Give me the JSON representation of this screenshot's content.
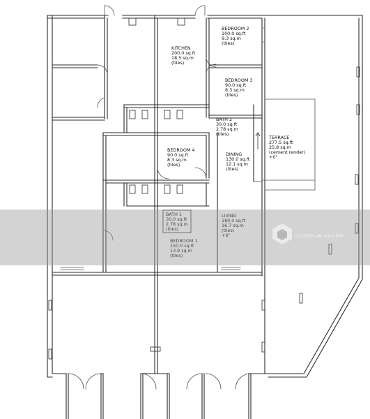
{
  "rooms": [
    {
      "id": "kitchen",
      "name": "KITCHEN",
      "area_sqft": "200.0 sq.ft",
      "area_sqm": "18.5 sq.m",
      "finish": "(tiles)"
    },
    {
      "id": "bedroom2",
      "name": "BEDROOM 2",
      "area_sqft": "100.0 sq.ft",
      "area_sqm": "9.3 sq.m",
      "finish": "(tiles)"
    },
    {
      "id": "bedroom3",
      "name": "BEDROOM 3",
      "area_sqft": "90.0 sq.ft",
      "area_sqm": "8.3 sq.m",
      "finish": "(tiles)"
    },
    {
      "id": "bath2",
      "name": "BATH 2",
      "area_sqft": "30.0 sq.ft",
      "area_sqm": "2.78 sq.m",
      "finish": "(tiles)"
    },
    {
      "id": "terrace",
      "name": "TERRACE",
      "area_sqft": "277.5 sq.ft",
      "area_sqm": "25.8 sq.m",
      "finish": "(cement render)",
      "level": "+0\""
    },
    {
      "id": "bedroom4",
      "name": "BEDROOM 4",
      "area_sqft": "90.0 sq.ft",
      "area_sqm": "8.3 sq.m",
      "finish": "(tiles)"
    },
    {
      "id": "dining",
      "name": "DINING",
      "area_sqft": "130.0 sq.ft",
      "area_sqm": "12.1 sq.m",
      "finish": "(tiles)"
    },
    {
      "id": "bath1",
      "name": "BATH 1",
      "area_sqft": "30.0 sq.ft",
      "area_sqm": "2.78 sq.m",
      "finish": "(tiles)"
    },
    {
      "id": "living",
      "name": "LIVING",
      "area_sqft": "180.0 sq.ft",
      "area_sqm": "16.7 sq.m",
      "finish": "(tiles)",
      "level": "+6\""
    },
    {
      "id": "bedroom1",
      "name": "BEDROOM 1",
      "area_sqft": "150.0 sq.ft",
      "area_sqm": "13.9 sq.m",
      "finish": "(tiles)"
    }
  ],
  "watermark": {
    "text": "FLOORPLAN GALLERY"
  },
  "colors": {
    "line": "#2b2b2b",
    "thin": "#555555",
    "watermark_band": "#969696"
  }
}
